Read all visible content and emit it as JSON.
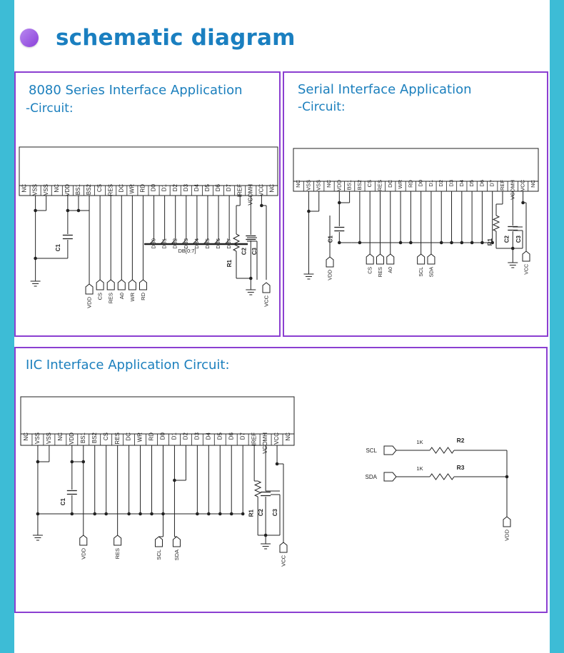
{
  "header": {
    "title": "schematic diagram"
  },
  "panels": {
    "p8080": {
      "title": "8080 Series Interface Application",
      "subtitle": "-Circuit:"
    },
    "serial": {
      "title": "Serial Interface  Application",
      "subtitle": "-Circuit:"
    },
    "iic": {
      "title": "IIC Interface Application Circuit:"
    }
  },
  "pins": [
    "NC",
    "VSS",
    "VSS",
    "NC",
    "VDD",
    "BS1",
    "BS2",
    "CS",
    "RES",
    "DC",
    "WR",
    "RD",
    "D0",
    "D1",
    "D2",
    "D3",
    "D4",
    "D5",
    "D6",
    "D7",
    "IREF",
    "VCOMH",
    "VCC",
    "NC"
  ],
  "p8080_pins": [
    "NC",
    "VSS",
    "VSS",
    "NC",
    "VDD",
    "BS1",
    "BS2",
    "CS",
    "RES",
    "DC",
    "WR",
    "RD",
    "D0",
    "D1",
    "D2",
    "D3",
    "D4",
    "D5",
    "D6",
    "D7",
    "IREF",
    "VCOMH",
    "VCC",
    "NC"
  ],
  "iic_pins": [
    "NC",
    "VSS",
    "VSS",
    "NC",
    "VDD",
    "BS1",
    "BS2",
    "CS",
    "RES",
    "DC",
    "WR",
    "RD",
    "D0",
    "D1",
    "D2",
    "D3",
    "D4",
    "D5",
    "D6",
    "D7",
    "IREF",
    "VCOMH",
    "VCC",
    "NC"
  ],
  "p8080_bus": [
    "DB0",
    "DB1",
    "DB2",
    "DB3",
    "DB4",
    "DB5",
    "DB6",
    "DB7"
  ],
  "p8080_bus_label": "DB[0:7]",
  "p8080_signals": [
    "VDD",
    "CS",
    "RES",
    "A0",
    "WR",
    "RD",
    "VCC"
  ],
  "serial_signals": [
    "VDD",
    "CS",
    "RES",
    "A0",
    "SCL",
    "SDA",
    "VCC"
  ],
  "iic_signals": [
    "VDD",
    "RES",
    "SCL",
    "SDA",
    "VCC"
  ],
  "components": {
    "c1": "C1",
    "c2": "C2",
    "c3": "C3",
    "r1": "R1",
    "r2": "R2",
    "r3": "R3"
  },
  "iic_pullup": {
    "scl": "SCL",
    "sda": "SDA",
    "r_value": "1K",
    "vdd": "VDD"
  }
}
